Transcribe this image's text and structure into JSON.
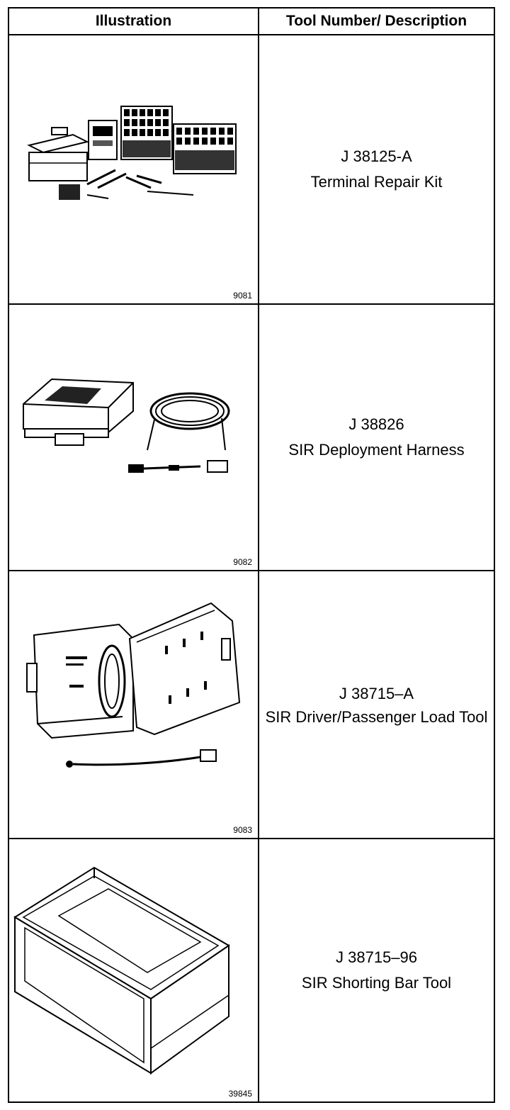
{
  "header": {
    "illustration": "Illustration",
    "description": "Tool Number/ Description"
  },
  "rows": [
    {
      "figure": "9081",
      "tool_number": "J 38125-A",
      "description": "Terminal Repair Kit",
      "icon": "terminal-repair-kit-illustration"
    },
    {
      "figure": "9082",
      "tool_number": "J 38826",
      "description": "SIR Deployment Harness",
      "icon": "deployment-harness-illustration"
    },
    {
      "figure": "9083",
      "tool_number": "J 38715–A",
      "description": "SIR Driver/Passenger Load Tool",
      "icon": "load-tool-illustration"
    },
    {
      "figure": "39845",
      "tool_number": "J 38715–96",
      "description": "SIR Shorting Bar Tool",
      "icon": "shorting-bar-tool-illustration"
    }
  ]
}
